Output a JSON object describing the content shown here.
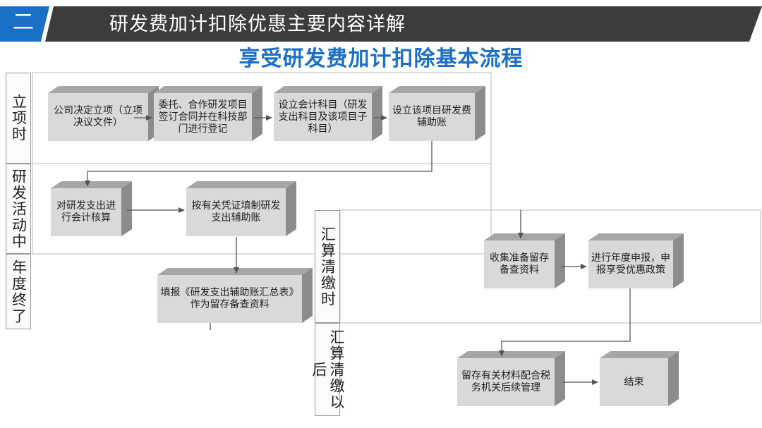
{
  "header": {
    "section_number": "二",
    "title": "研发费加计扣除优惠主要内容详解"
  },
  "main_title": "享受研发费加计扣除基本流程",
  "lanes": {
    "lixiang": "立项时",
    "yanfa": "研发活动中",
    "niandu": "年度终了",
    "huisuan": "汇算清缴时",
    "huisuan_after": "汇算清缴以后"
  },
  "boxes": {
    "b1": "公司决定立项（立项决议文件）",
    "b2": "委托、合作研发项目签订合同并在科技部门进行登记",
    "b3": "设立会计科目（研发支出科目及该项目子科目）",
    "b4": "设立该项目研发费辅助账",
    "b5": "对研发支出进行会计核算",
    "b6": "按有关凭证填制研发支出辅助账",
    "b7": "填报《研发支出辅助账汇总表》作为留存备查资料",
    "b8": "收集准备留存备查资料",
    "b9": "进行年度申报，申报享受优惠政策",
    "b10": "留存有关材料配合税务机关后续管理",
    "b11": "结束"
  },
  "colors": {
    "header_dark": "#3c3c3c",
    "header_accent": "#1a6fc7",
    "title_blue": "#1a6fc7",
    "box_front": "#d9d9d9",
    "box_top": "#a6a6a6",
    "box_side": "#8c8c8c",
    "line": "#555555"
  }
}
